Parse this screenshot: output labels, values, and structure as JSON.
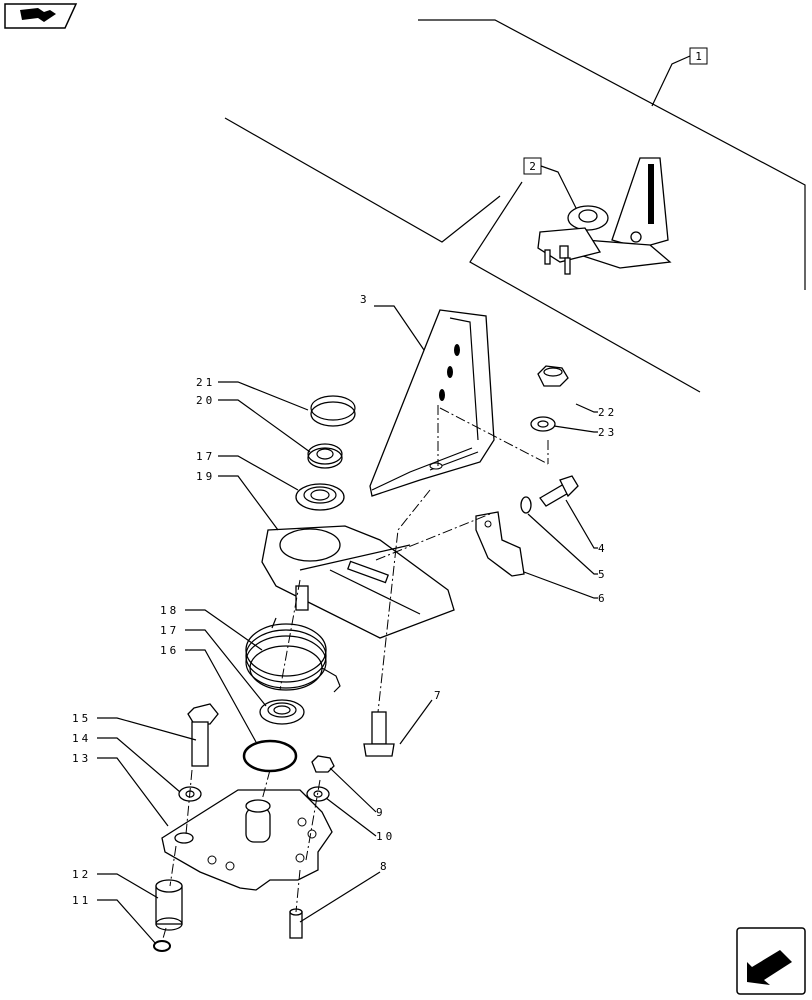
{
  "callouts": [
    {
      "num": "1",
      "boxed": true
    },
    {
      "num": "2",
      "boxed": true
    },
    {
      "num": "3"
    },
    {
      "num": "4"
    },
    {
      "num": "5"
    },
    {
      "num": "6"
    },
    {
      "num": "7"
    },
    {
      "num": "8"
    },
    {
      "num": "9"
    },
    {
      "num": "10"
    },
    {
      "num": "11"
    },
    {
      "num": "12"
    },
    {
      "num": "13"
    },
    {
      "num": "14"
    },
    {
      "num": "15"
    },
    {
      "num": "16"
    },
    {
      "num": "17"
    },
    {
      "num": "17"
    },
    {
      "num": "18"
    },
    {
      "num": "19"
    },
    {
      "num": "20"
    },
    {
      "num": "21"
    },
    {
      "num": "22"
    },
    {
      "num": "23"
    }
  ],
  "icons": {
    "top_left": "book-arrow-icon",
    "bottom_right": "navigate-arrow-icon"
  }
}
